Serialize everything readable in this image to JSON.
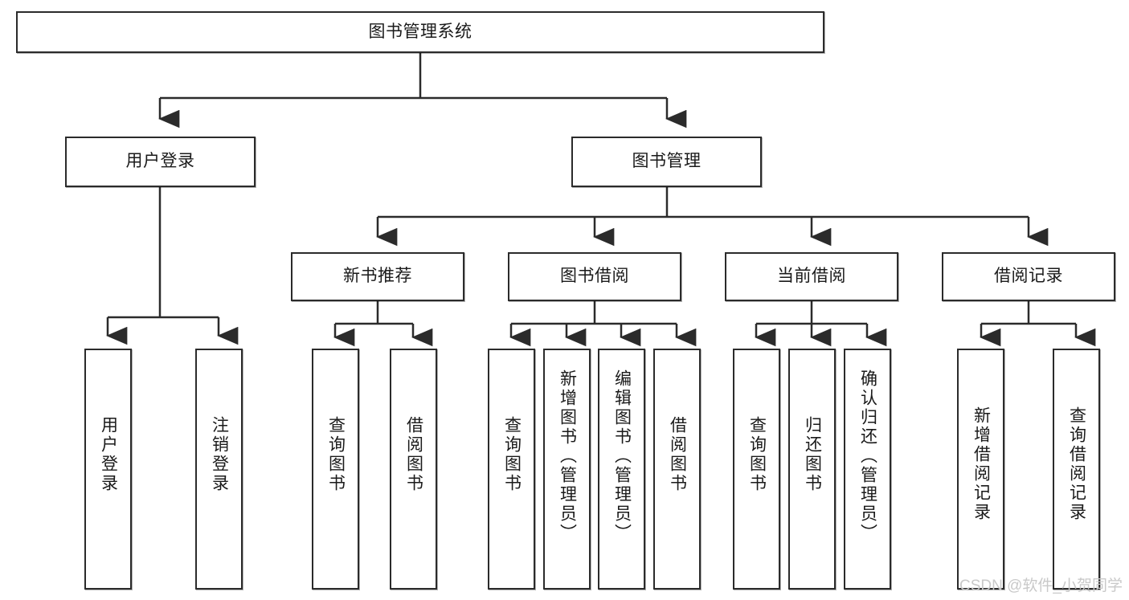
{
  "diagram": {
    "type": "tree",
    "title": "图书管理系统",
    "watermark": "CSDN @软件_小贺同学",
    "colors": {
      "box_border": "#2b2b2b",
      "box_fill": "#ffffff",
      "edge": "#2b2b2b",
      "text": "#1a1a1a",
      "watermark": "#c9c9c9"
    },
    "nodes": {
      "root": {
        "label": "图书管理系统",
        "level": 1,
        "orientation": "horizontal"
      },
      "l2": [
        {
          "id": "user-login",
          "label": "用户登录",
          "orientation": "horizontal"
        },
        {
          "id": "book-management",
          "label": "图书管理",
          "orientation": "horizontal"
        }
      ],
      "l3": [
        {
          "id": "new-book-recommend",
          "label": "新书推荐",
          "orientation": "horizontal"
        },
        {
          "id": "book-borrow",
          "label": "图书借阅",
          "orientation": "horizontal"
        },
        {
          "id": "current-borrow",
          "label": "当前借阅",
          "orientation": "horizontal"
        },
        {
          "id": "borrow-record",
          "label": "借阅记录",
          "orientation": "horizontal"
        }
      ],
      "leaves": [
        {
          "id": "leaf-user-login",
          "label": "用户登录",
          "parent": "user-login",
          "orientation": "vertical"
        },
        {
          "id": "leaf-logout-login",
          "label": "注销登录",
          "parent": "user-login",
          "orientation": "vertical"
        },
        {
          "id": "leaf-query-book-1",
          "label": "查询图书",
          "parent": "new-book-recommend",
          "orientation": "vertical"
        },
        {
          "id": "leaf-borrow-book-1",
          "label": "借阅图书",
          "parent": "new-book-recommend",
          "orientation": "vertical"
        },
        {
          "id": "leaf-query-book-2",
          "label": "查询图书",
          "parent": "book-borrow",
          "orientation": "vertical"
        },
        {
          "id": "leaf-add-book-admin",
          "label": "新增图书（管理员）",
          "parent": "book-borrow",
          "orientation": "vertical"
        },
        {
          "id": "leaf-edit-book-admin",
          "label": "编辑图书（管理员）",
          "parent": "book-borrow",
          "orientation": "vertical"
        },
        {
          "id": "leaf-borrow-book-2",
          "label": "借阅图书",
          "parent": "book-borrow",
          "orientation": "vertical"
        },
        {
          "id": "leaf-query-book-3",
          "label": "查询图书",
          "parent": "current-borrow",
          "orientation": "vertical"
        },
        {
          "id": "leaf-return-book",
          "label": "归还图书",
          "parent": "current-borrow",
          "orientation": "vertical"
        },
        {
          "id": "leaf-confirm-return-admin",
          "label": "确认归还（管理员）",
          "parent": "current-borrow",
          "orientation": "vertical"
        },
        {
          "id": "leaf-add-borrow-record",
          "label": "新增借阅记录",
          "parent": "borrow-record",
          "orientation": "vertical"
        },
        {
          "id": "leaf-query-borrow-record",
          "label": "查询借阅记录",
          "parent": "borrow-record",
          "orientation": "vertical"
        }
      ]
    }
  }
}
